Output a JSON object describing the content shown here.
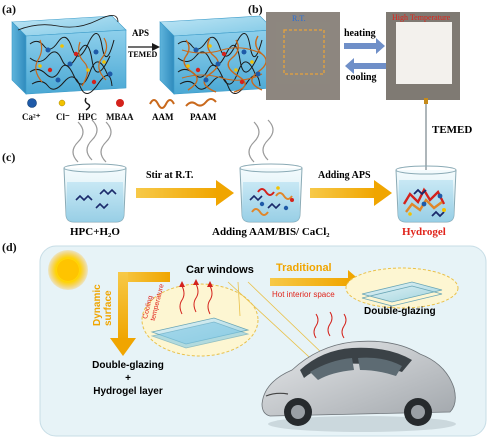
{
  "panel_a": {
    "label": "(a)",
    "arrow_top": "APS",
    "arrow_bottom": "TEMED",
    "legend": [
      {
        "text": "Ca²⁺",
        "color": "#1e5aa8"
      },
      {
        "text": "Cl⁻",
        "color": "#f2c200"
      },
      {
        "text": "HPC",
        "color": "#2a2a2a"
      },
      {
        "text": "MBAA",
        "color": "#d4221c"
      },
      {
        "text": "AAM",
        "color": "#c9691c"
      },
      {
        "text": "PAAM",
        "color": "#c9691c"
      }
    ]
  },
  "panel_b": {
    "label": "(b)",
    "rt_label": "R.T.",
    "high_temp_label": "High Temperature",
    "heating": "heating",
    "cooling": "cooling"
  },
  "panel_c": {
    "label": "(c)",
    "stir": "Stir at R.T.",
    "adding_aps": "Adding APS",
    "temed": "TEMED",
    "beaker1": "HPC+H₂O",
    "beaker2": "Adding AAM/BIS/ CaCl₂",
    "beaker3": "Hydrogel"
  },
  "panel_d": {
    "label": "(d)",
    "car_windows": "Car windows",
    "traditional": "Traditional",
    "hot_interior": "Hot interior space",
    "double_glazing_right": "Double-glazing",
    "dynamic_surface": "Dynamic surface",
    "cooling_temperature": "Cooling temperature",
    "result_line1": "Double-glazing",
    "result_line2": "+",
    "result_line3": "Hydrogel layer"
  }
}
